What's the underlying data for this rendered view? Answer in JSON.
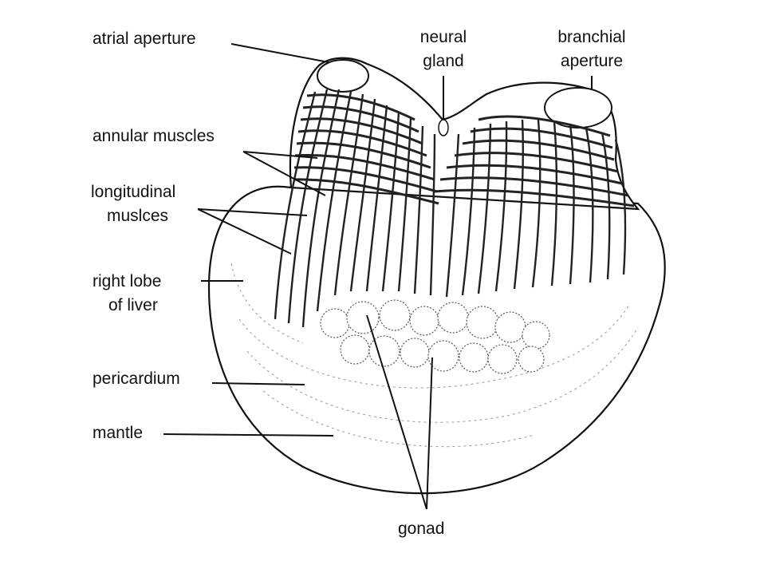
{
  "labels": {
    "atrial_aperture": "atrial aperture",
    "neural_gland_1": "neural",
    "neural_gland_2": "gland",
    "branchial_aperture_1": "branchial",
    "branchial_aperture_2": "aperture",
    "annular_muscles": "annular muscles",
    "longitudinal_muscles_1": "longitudinal",
    "longitudinal_muscles_2": "muslces",
    "right_lobe_liver_1": "right lobe",
    "right_lobe_liver_2": "of liver",
    "pericardium": "pericardium",
    "mantle": "mantle",
    "gonad": "gonad"
  }
}
